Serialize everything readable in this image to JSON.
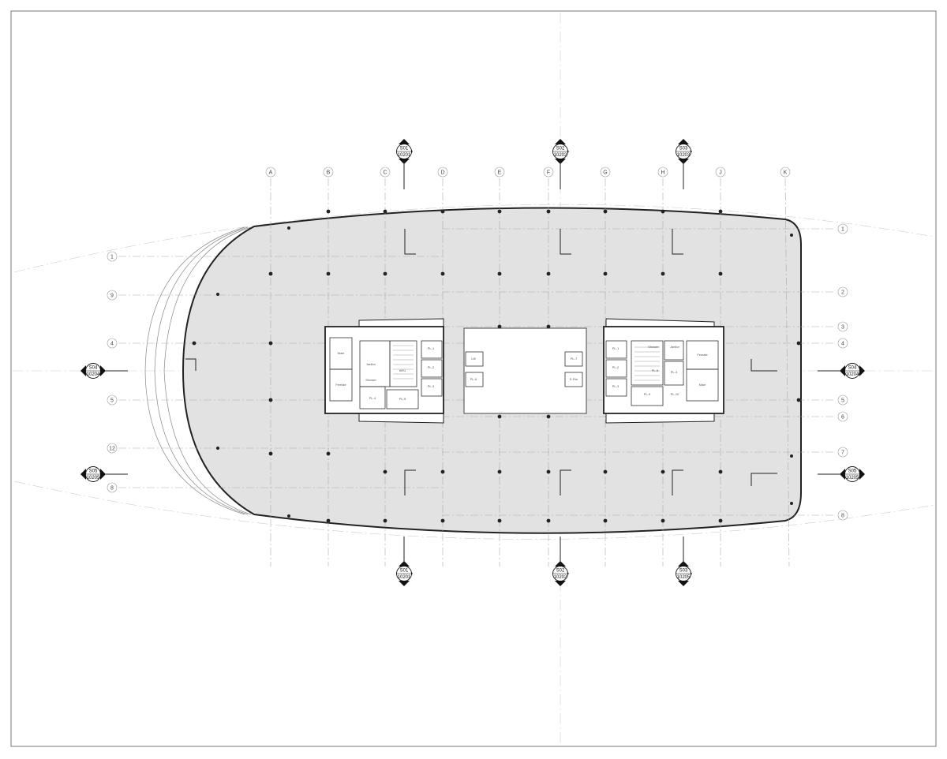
{
  "grid": {
    "columns": [
      "A",
      "B",
      "C",
      "D",
      "E",
      "F",
      "G",
      "H",
      "J",
      "K"
    ],
    "rows_right": [
      "1",
      "2",
      "3",
      "4",
      "5",
      "6",
      "7",
      "8"
    ],
    "rows_left": [
      "1",
      "9",
      "4",
      "5",
      "12",
      "8"
    ]
  },
  "section_markers": {
    "top": [
      {
        "code": "S01",
        "sheet": "10201"
      },
      {
        "code": "S02",
        "sheet": "10202"
      },
      {
        "code": "S03",
        "sheet": "10203"
      }
    ],
    "bottom": [
      {
        "code": "S01",
        "sheet": "10201"
      },
      {
        "code": "S02",
        "sheet": "10202"
      },
      {
        "code": "S03",
        "sheet": "10205"
      }
    ],
    "left_mid": {
      "code": "S04",
      "sheet": "10204"
    },
    "right_mid": {
      "code": "S04",
      "sheet": "10204"
    },
    "left_low": {
      "code": "S05",
      "sheet": "10205"
    },
    "right_low": {
      "code": "S05",
      "sheet": "10205"
    }
  },
  "rooms": {
    "left_core": [
      "Male",
      "Female",
      "Janitor",
      "Shower",
      "PL-1",
      "PL-2",
      "PL-3",
      "PL-4",
      "PL-5",
      "Lift",
      "PL-6",
      "AHU",
      "PL-7",
      "E-Rm"
    ],
    "right_core": [
      "Female",
      "Male",
      "Shower",
      "Janitor",
      "PL-1",
      "PL-2",
      "PL-3",
      "PL-4",
      "PL-8",
      "PL-9",
      "PL-10"
    ]
  },
  "colors": {
    "floor": "#e2e2e2",
    "core": "#ffffff",
    "line": "#222222",
    "grid": "#aaaaaa"
  }
}
